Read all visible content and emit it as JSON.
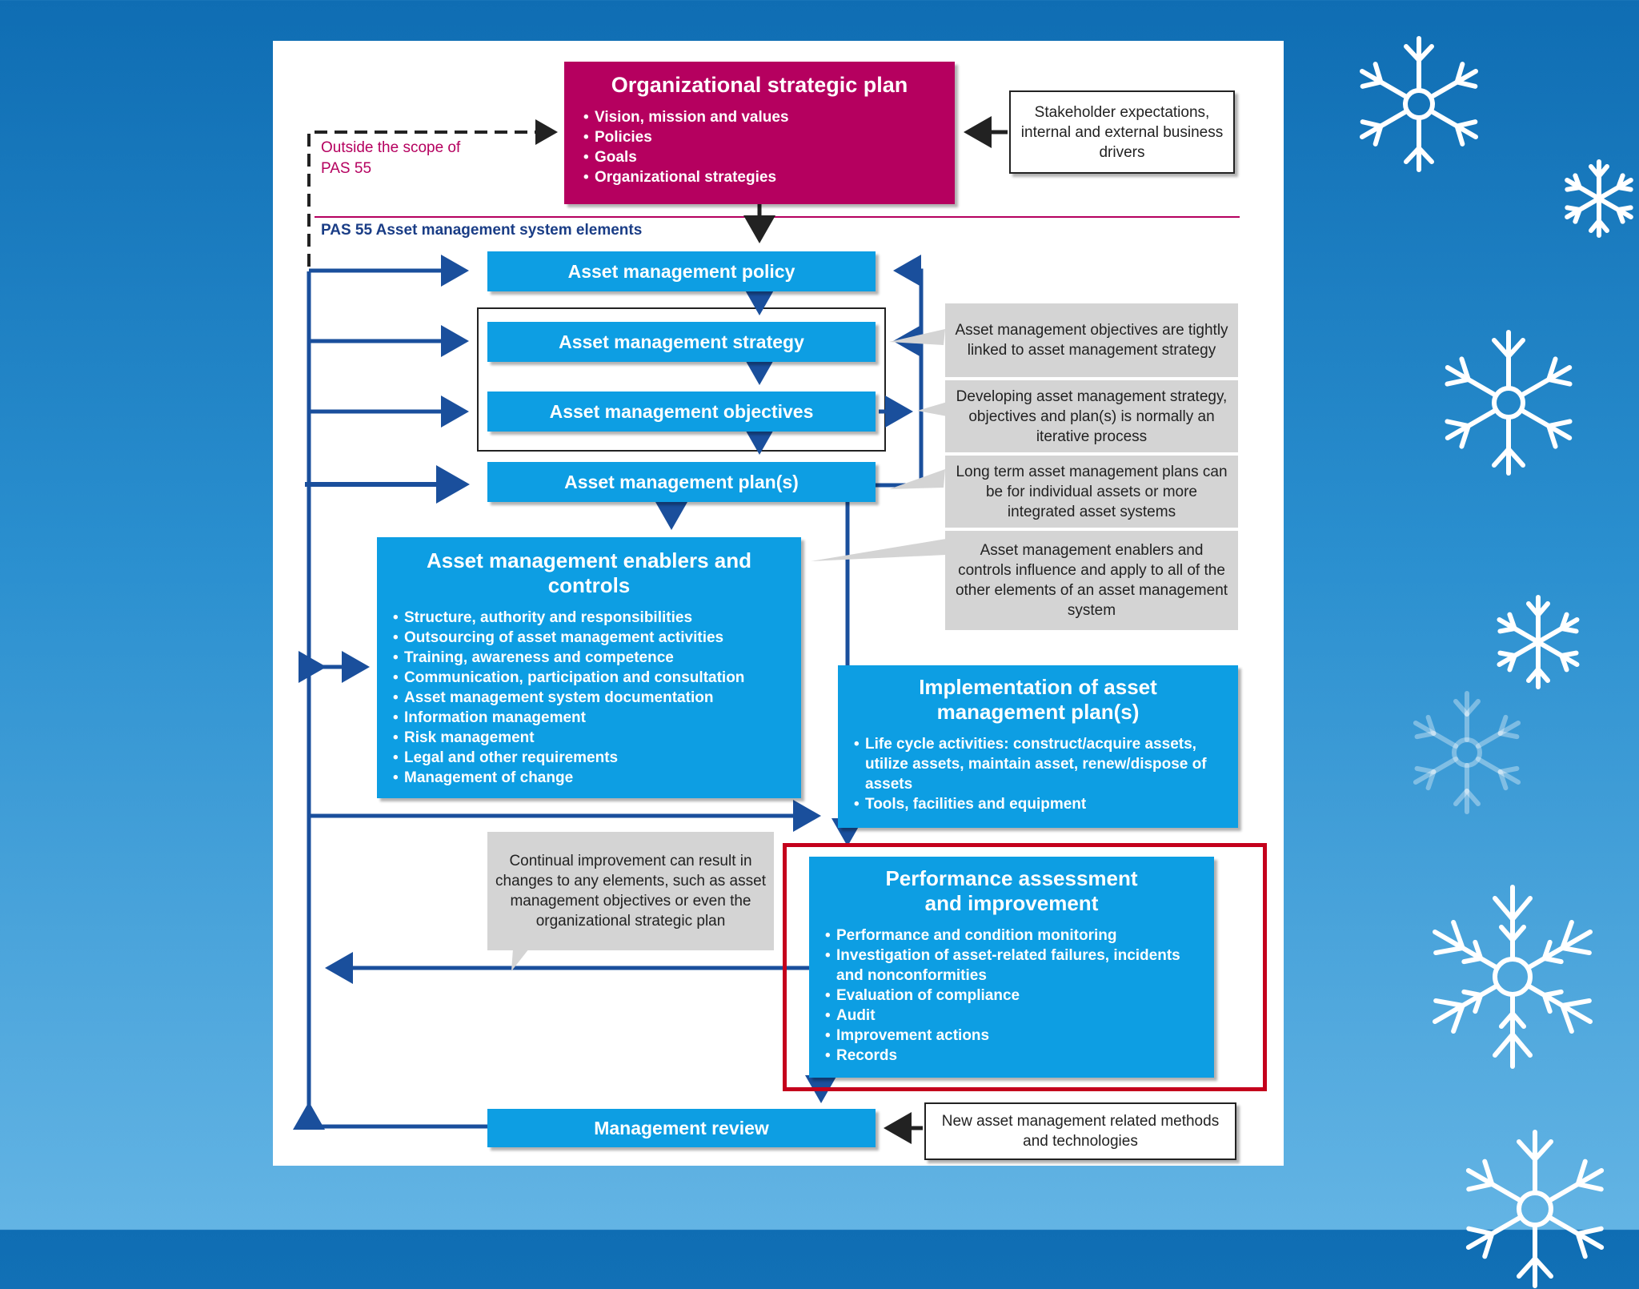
{
  "strategic_plan": {
    "title": "Organizational strategic plan",
    "items": [
      "Vision, mission and values",
      "Policies",
      "Goals",
      "Organizational strategies"
    ]
  },
  "stakeholder": "Stakeholder expectations, internal and external business drivers",
  "outside_scope": "Outside the scope of PAS 55",
  "pas_title": "PAS 55 Asset management system elements",
  "policy": "Asset management policy",
  "strategy": "Asset management strategy",
  "objectives": "Asset management objectives",
  "plans": "Asset management plan(s)",
  "notes": {
    "objectives_linked": "Asset management objectives are tightly linked to asset management strategy",
    "iterative": "Developing asset management strategy, objectives and plan(s) is normally an iterative process",
    "long_term": "Long term asset management plans can be for individual assets or more integrated asset systems",
    "enablers_influence": "Asset management enablers and controls influence and apply to all of the other elements of an asset management system",
    "continual": "Continual improvement can result in changes to any elements, such as asset management objectives or even the organizational strategic plan"
  },
  "enablers": {
    "title": "Asset management enablers and controls",
    "items": [
      "Structure, authority and responsibilities",
      "Outsourcing of asset management activities",
      "Training, awareness and competence",
      "Communication, participation and consultation",
      "Asset management system documentation",
      "Information management",
      "Risk management",
      "Legal and other requirements",
      "Management of change"
    ]
  },
  "implementation": {
    "title": "Implementation of asset management plan(s)",
    "items": [
      "Life cycle activities: construct/acquire assets, utilize assets, maintain asset, renew/dispose of assets",
      "Tools, facilities and equipment"
    ]
  },
  "performance": {
    "title": "Performance assessment and improvement",
    "items": [
      "Performance and condition monitoring",
      "Investigation of asset-related failures, incidents and nonconformities",
      "Evaluation of compliance",
      "Audit",
      "Improvement actions",
      "Records"
    ]
  },
  "review": "Management review",
  "new_methods": "New asset management related methods and technologies",
  "colors": {
    "magenta": "#b5005f",
    "blue": "#0d9ee3",
    "navy": "#1a4f9c",
    "highlight": "#c4001c",
    "note_grey": "#d4d4d4"
  }
}
